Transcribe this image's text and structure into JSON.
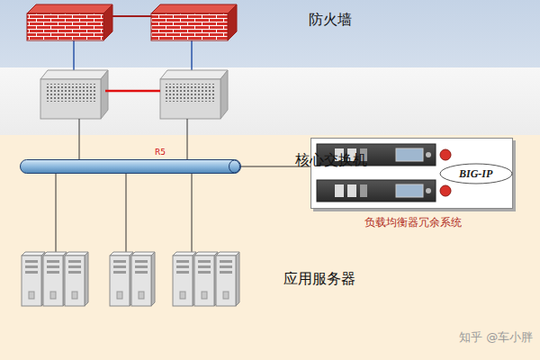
{
  "diagram": {
    "nodes": [
      {
        "text": [
          "防火墙"
        ]
      },
      {
        "text": [
          "核心交换机"
        ]
      },
      {
        "text": [
          "应用服务器"
        ]
      },
      {
        "text": [
          "R5"
        ],
        "in": 2
      },
      {
        "text": [
          "BIG-IP",
          "负载均衡器冗余系统"
        ],
        "in": 2
      }
    ],
    "edges": [
      {
        "from": 3,
        "to": 4,
        "arrow": "none"
      }
    ],
    "labels": [
      "知乎 @车小胖"
    ]
  }
}
